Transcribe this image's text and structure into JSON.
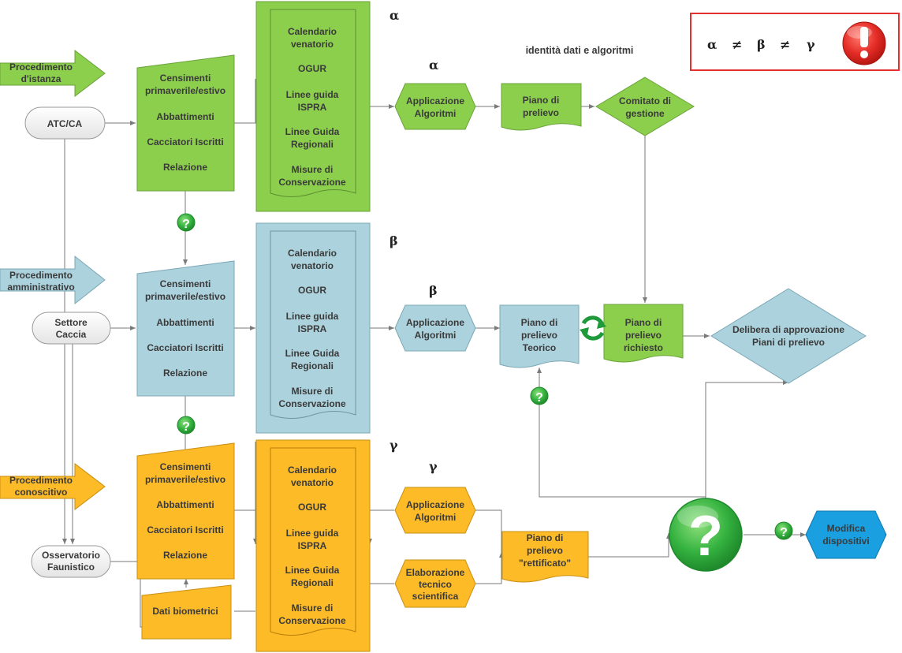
{
  "colors": {
    "green": "#8ccf4d",
    "blue": "#acd2dd",
    "orange": "#fdbb27",
    "cyan": "#1a9fe0",
    "alert": "#e52d27"
  },
  "header": {
    "title": "identità dati e algoritmi",
    "legend": {
      "alpha": "α",
      "neq1": "≠",
      "beta": "β",
      "neq2": "≠",
      "gamma": "γ"
    },
    "alert_icon": "exclamation-icon"
  },
  "greek": {
    "alpha": "α",
    "beta": "β",
    "gamma": "γ"
  },
  "procedures": [
    {
      "line1": "Procedimento",
      "line2": "d'istanza"
    },
    {
      "line1": "Procedimento",
      "line2": "amministrativo"
    },
    {
      "line1": "Procedimento",
      "line2": "conoscitivo"
    }
  ],
  "actors": [
    {
      "line1": "ATC/CA",
      "line2": ""
    },
    {
      "line1": "Settore",
      "line2": "Caccia"
    },
    {
      "line1": "Osservatorio",
      "line2": "Faunistico"
    }
  ],
  "data_items": [
    [
      "Censimenti",
      "primaverile/estivo"
    ],
    [
      "Abbattimenti"
    ],
    [
      "Cacciatori Iscritti"
    ],
    [
      "Relazione"
    ]
  ],
  "docs": [
    [
      "Calendario",
      "venatorio"
    ],
    [
      "OGUR"
    ],
    [
      "Linee guida",
      "ISPRA"
    ],
    [
      "Linee Guida",
      "Regionali"
    ],
    [
      "Misure di",
      "Conservazione"
    ]
  ],
  "algorithms": {
    "line1": "Applicazione",
    "line2": "Algoritmi"
  },
  "elaborazione": [
    "Elaborazione",
    "tecnico",
    "scientifica"
  ],
  "dati_biometrici": "Dati biometrici",
  "piano_alpha": [
    "Piano di",
    "prelievo"
  ],
  "comitato": [
    "Comitato di",
    "gestione"
  ],
  "piano_teorico": [
    "Piano di",
    "prelievo",
    "Teorico"
  ],
  "piano_richiesto": [
    "Piano di",
    "prelievo",
    "richiesto"
  ],
  "delibera": [
    "Delibera di approvazione",
    "Piani di prelievo"
  ],
  "piano_rettificato": [
    "Piano di",
    "prelievo",
    "\"rettificato\""
  ],
  "question": "?",
  "modifica": [
    "Modifica",
    "dispositivi"
  ]
}
